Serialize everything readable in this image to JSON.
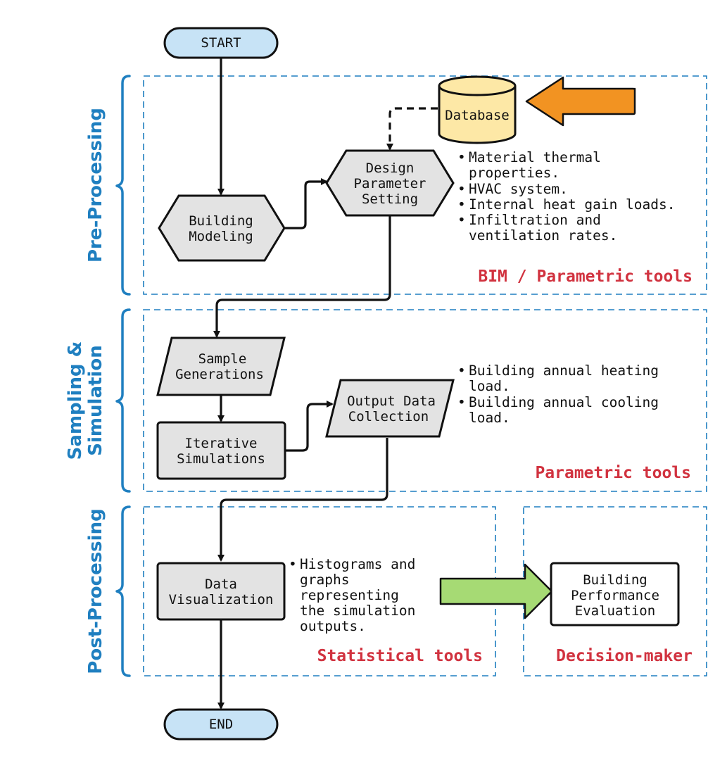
{
  "colors": {
    "accent_blue": "#1f7fc0",
    "tool_red": "#d1323f",
    "terminal_fill": "#c7e3f6",
    "node_fill": "#e3e3e3",
    "database_fill": "#fde8a6",
    "orange_arrow": "#f29322",
    "green_arrow": "#a6da74"
  },
  "stages": {
    "pre": "Pre-Processing",
    "sampling_line1": "Sampling &",
    "sampling_line2": "Simulation",
    "post": "Post-Processing"
  },
  "nodes": {
    "start": "START",
    "end": "END",
    "database": "Database",
    "building_modeling": [
      "Building",
      "Modeling"
    ],
    "design_parameter": [
      "Design",
      "Parameter",
      "Setting"
    ],
    "sample_generations": [
      "Sample",
      "Generations"
    ],
    "iterative_simulations": [
      "Iterative",
      "Simulations"
    ],
    "output_data": [
      "Output Data",
      "Collection"
    ],
    "data_visualization": [
      "Data",
      "Visualization"
    ],
    "building_performance": [
      "Building",
      "Performance",
      "Evaluation"
    ]
  },
  "bullets": {
    "pre": [
      [
        "Material thermal",
        "properties."
      ],
      [
        "HVAC system."
      ],
      [
        "Internal heat gain loads."
      ],
      [
        "Infiltration and",
        "ventilation rates."
      ]
    ],
    "sampling": [
      [
        "Building annual heating",
        "load."
      ],
      [
        "Building annual cooling",
        "load."
      ]
    ],
    "post": [
      [
        "Histograms and",
        "graphs",
        "representing",
        "the simulation",
        "outputs."
      ]
    ]
  },
  "tools": {
    "pre": "BIM / Parametric tools",
    "sampling": "Parametric tools",
    "statistical": "Statistical tools",
    "decision": "Decision-maker"
  }
}
